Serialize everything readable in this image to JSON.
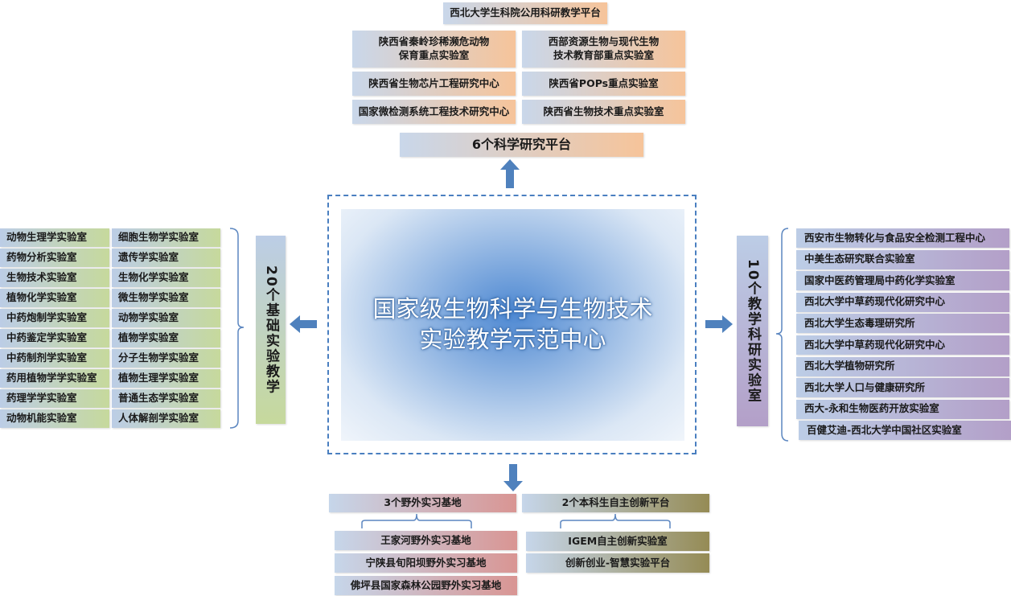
{
  "center": {
    "line1": "国家级生物科学与生物技术",
    "line2": "实验教学示范中心"
  },
  "research": {
    "header": "西北大学生科院公用科研教学平台",
    "title": "6个科学研究平台",
    "items": [
      "陕西省秦岭珍稀濒危动物\n保育重点实验室",
      "西部资源生物与现代生物\n技术教育部重点实验室",
      "陕西省生物芯片工程研究中心",
      "陕西省POPs重点实验室",
      "国家微检测系统工程技术研究中心",
      "陕西省生物技术重点实验室"
    ]
  },
  "basic": {
    "title": "20个基础实验教学",
    "col1": [
      "动物生理学实验室",
      "药物分析实验室",
      "生物技术实验室",
      "植物化学实验室",
      "中药炮制学实验室",
      "中药鉴定学实验室",
      "中药制剂学实验室",
      "药用植物学学实验室",
      "药理学学实验室",
      "动物机能实验室"
    ],
    "col2": [
      "细胞生物学实验室",
      "遗传学实验室",
      "生物化学实验室",
      "微生物学实验室",
      "动物学实验室",
      "植物学实验室",
      "分子生物学实验室",
      "植物生理学实验室",
      "普通生态学实验室",
      "人体解剖学实验室"
    ]
  },
  "teaching": {
    "title": "10个教学科研实验室",
    "items": [
      "西安市生物转化与食品安全检测工程中心",
      "中美生态研究联合实验室",
      "国家中医药管理局中药化学实验室",
      "西北大学中草药现代化研究中心",
      "西北大学生态毒理研究所",
      "西北大学中草药现代化研究中心",
      "西北大学植物研究所",
      "西北大学人口与健康研究所",
      "西大-永和生物医药开放实验室",
      "百健艾迪-西北大学中国社区实验室"
    ]
  },
  "field": {
    "title": "3个野外实习基地",
    "items": [
      "王家河野外实习基地",
      "宁陕县旬阳坝野外实习基地",
      "佛坪县国家森林公园野外实习基地"
    ]
  },
  "innovation": {
    "title": "2个本科生自主创新平台",
    "items": [
      "IGEM自主创新实验室",
      "创新创业-智慧实验平台"
    ]
  },
  "colors": {
    "arrow": "#4f81bd",
    "dash": "#4a7fc0"
  }
}
